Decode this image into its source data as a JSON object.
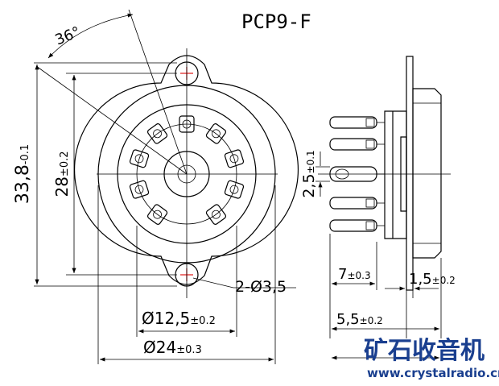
{
  "title": "PCP9-F",
  "angle_label": "36°",
  "dims": {
    "overall_height": {
      "main": "33,8",
      "tol": "-0.1"
    },
    "hole_spacing": {
      "main": "28",
      "tol": "±0.2"
    },
    "mount_holes": {
      "main": "2-Ø3,5"
    },
    "pin_circle": {
      "main": "Ø12,5",
      "tol": "±0.2"
    },
    "body_diameter": {
      "main": "Ø24",
      "tol": "±0.3"
    },
    "pin_width": {
      "main": "2,5",
      "tol": "±0.1"
    },
    "pin_length": {
      "main": "7",
      "tol": "±0.3"
    },
    "flange_thickness": {
      "main": "1,5",
      "tol": "±0.2"
    },
    "body_depth": {
      "main": "5,5",
      "tol": "±0.2"
    }
  },
  "watermark": {
    "name": "矿石收音机",
    "url": "www.crystalradio.cn"
  }
}
